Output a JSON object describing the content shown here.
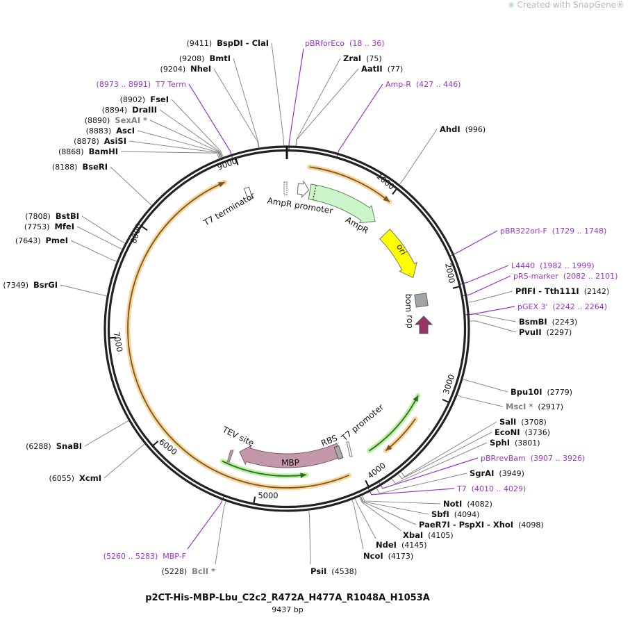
{
  "credit": {
    "prefix": "Created with",
    "brand": "SnapGene®",
    "icon": "snapgene-logo-icon"
  },
  "plasmid": {
    "name": "p2CT-His-MBP-Lbu_C2c2_R472A_H477A_R1048A_H1053A",
    "size_label": "9437 bp",
    "length_bp": 9437
  },
  "ticks": [
    "1000",
    "2000",
    "3000",
    "4000",
    "5000",
    "6000",
    "7000",
    "8000",
    "9000"
  ],
  "sites": {
    "bspdi_clai": {
      "name": "BspDI - ClaI",
      "pos": "9411"
    },
    "bmti": {
      "name": "BmtI",
      "pos": "9208"
    },
    "nhei": {
      "name": "NheI",
      "pos": "9204"
    },
    "fsei": {
      "name": "FseI",
      "pos": "8902"
    },
    "draiii": {
      "name": "DraIII",
      "pos": "8894"
    },
    "sexai": {
      "name": "SexAI *",
      "pos": "8890"
    },
    "asci": {
      "name": "AscI",
      "pos": "8883"
    },
    "asisi": {
      "name": "AsiSI",
      "pos": "8878"
    },
    "bamhi": {
      "name": "BamHI",
      "pos": "8868"
    },
    "bseri": {
      "name": "BseRI",
      "pos": "8188"
    },
    "bstbi": {
      "name": "BstBI",
      "pos": "7808"
    },
    "mfei": {
      "name": "MfeI",
      "pos": "7753"
    },
    "pmei": {
      "name": "PmeI",
      "pos": "7643"
    },
    "bsrgi": {
      "name": "BsrGI",
      "pos": "7349"
    },
    "snabi": {
      "name": "SnaBI",
      "pos": "6288"
    },
    "xcmi": {
      "name": "XcmI",
      "pos": "6055"
    },
    "bcli": {
      "name": "BclI *",
      "pos": "5228"
    },
    "psii": {
      "name": "PsiI",
      "pos": "4538"
    },
    "ncoi": {
      "name": "NcoI",
      "pos": "4173"
    },
    "ndei": {
      "name": "NdeI",
      "pos": "4145"
    },
    "xbai": {
      "name": "XbaI",
      "pos": "4105"
    },
    "xhoi": {
      "name": "PaeR7I - PspXI - XhoI",
      "pos": "4098"
    },
    "sbfi": {
      "name": "SbfI",
      "pos": "4094"
    },
    "noti": {
      "name": "NotI",
      "pos": "4082"
    },
    "sgrai": {
      "name": "SgrAI",
      "pos": "3949"
    },
    "sphi": {
      "name": "SphI",
      "pos": "3801"
    },
    "econi": {
      "name": "EcoNI",
      "pos": "3736"
    },
    "sali": {
      "name": "SalI",
      "pos": "3708"
    },
    "msci": {
      "name": "MscI *",
      "pos": "2917"
    },
    "bpu10i": {
      "name": "Bpu10I",
      "pos": "2779"
    },
    "pvuii": {
      "name": "PvuII",
      "pos": "2297"
    },
    "bsmbi": {
      "name": "BsmBI",
      "pos": "2243"
    },
    "pflfi": {
      "name": "PflFI - Tth111I",
      "pos": "2142"
    },
    "ahdi": {
      "name": "AhdI",
      "pos": "996"
    },
    "aatii": {
      "name": "AatII",
      "pos": "77"
    },
    "zrai": {
      "name": "ZraI",
      "pos": "75"
    }
  },
  "primers": {
    "pbrforeco": {
      "name": "pBRforEco",
      "pos": "18 .. 36"
    },
    "ampr_p": {
      "name": "Amp-R",
      "pos": "427 .. 446"
    },
    "pbr322ori": {
      "name": "pBR322ori-F",
      "pos": "1729 .. 1748"
    },
    "l4440": {
      "name": "L4440",
      "pos": "1982 .. 1999"
    },
    "prs": {
      "name": "pRS-marker",
      "pos": "2082 .. 2101"
    },
    "pgex3": {
      "name": "pGEX 3'",
      "pos": "2242 .. 2264"
    },
    "pbrrevbam": {
      "name": "pBRrevBam",
      "pos": "3907 .. 3926"
    },
    "t7": {
      "name": "T7",
      "pos": "4010 .. 4029"
    },
    "mbpf": {
      "name": "MBP-F",
      "pos": "5260 .. 5283"
    },
    "t7term": {
      "name": "T7 Term",
      "pos": "8973 .. 8991"
    }
  },
  "features": {
    "t7_terminator": "T7 terminator",
    "ampr_promoter": "AmpR promoter",
    "ampr": "AmpR",
    "ori": "ori",
    "bom": "bom",
    "rop": "rop",
    "tev_site": "TEV site",
    "mbp": "MBP",
    "rbs": "RBS",
    "t7_promoter": "T7 promoter"
  },
  "colors": {
    "backbone": "#222222",
    "primer": "#9933cc",
    "site_line": "#888888",
    "ampr": "#ccf5cc",
    "ori": "#ffff00",
    "bom": "#a0a4ab",
    "rop": "#993366",
    "mbp": "#c497aa",
    "orf_orange": "#f7d59a",
    "orf_green": "#b6f0a0"
  }
}
